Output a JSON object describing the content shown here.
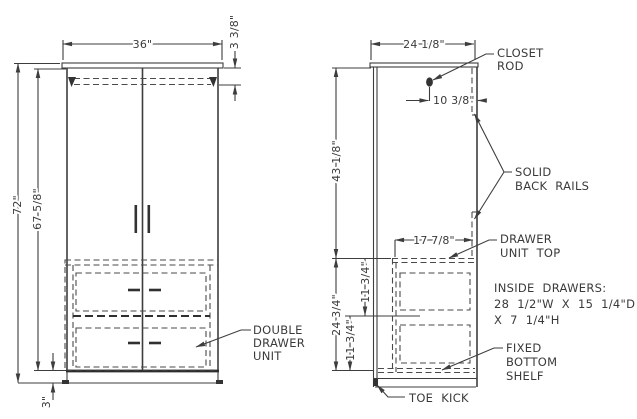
{
  "colors": {
    "line": "#3d3d3d",
    "text": "#3a3a3a",
    "background": "#ffffff"
  },
  "front_view": {
    "dim_width": "36\"",
    "dim_rail_drop": "3 3/8\"",
    "dim_height": "72\"",
    "dim_interior_height": "67 5/8\"",
    "dim_toe_kick": "3\"",
    "callout_double_drawer": {
      "line1": "DOUBLE",
      "line2": "DRAWER",
      "line3": "UNIT"
    }
  },
  "side_view": {
    "dim_depth": "24 1/8\"",
    "dim_rod_setback": "10 3/8\"",
    "dim_upper_section": "43 1/8\"",
    "dim_drawer_top_depth": "17 7/8\"",
    "dim_drawer_unit_height": "24 3/4\"",
    "dim_upper_drawer": "11 3/4\"",
    "dim_lower_drawer": "11 3/4\"",
    "callout_closet_rod": {
      "line1": "CLOSET",
      "line2": "ROD"
    },
    "callout_back_rails": {
      "line1": "SOLID",
      "line2": "BACK RAILS"
    },
    "callout_drawer_unit_top": {
      "line1": "DRAWER",
      "line2": "UNIT TOP"
    },
    "note_inside_drawers": {
      "line1": "INSIDE DRAWERS:",
      "line2": "28 1/2\"W X 15 1/4\"D",
      "line3": "X 7 1/4\"H"
    },
    "callout_fixed_shelf": {
      "line1": "FIXED",
      "line2": "BOTTOM",
      "line3": "SHELF"
    },
    "callout_toe_kick": "TOE KICK"
  }
}
